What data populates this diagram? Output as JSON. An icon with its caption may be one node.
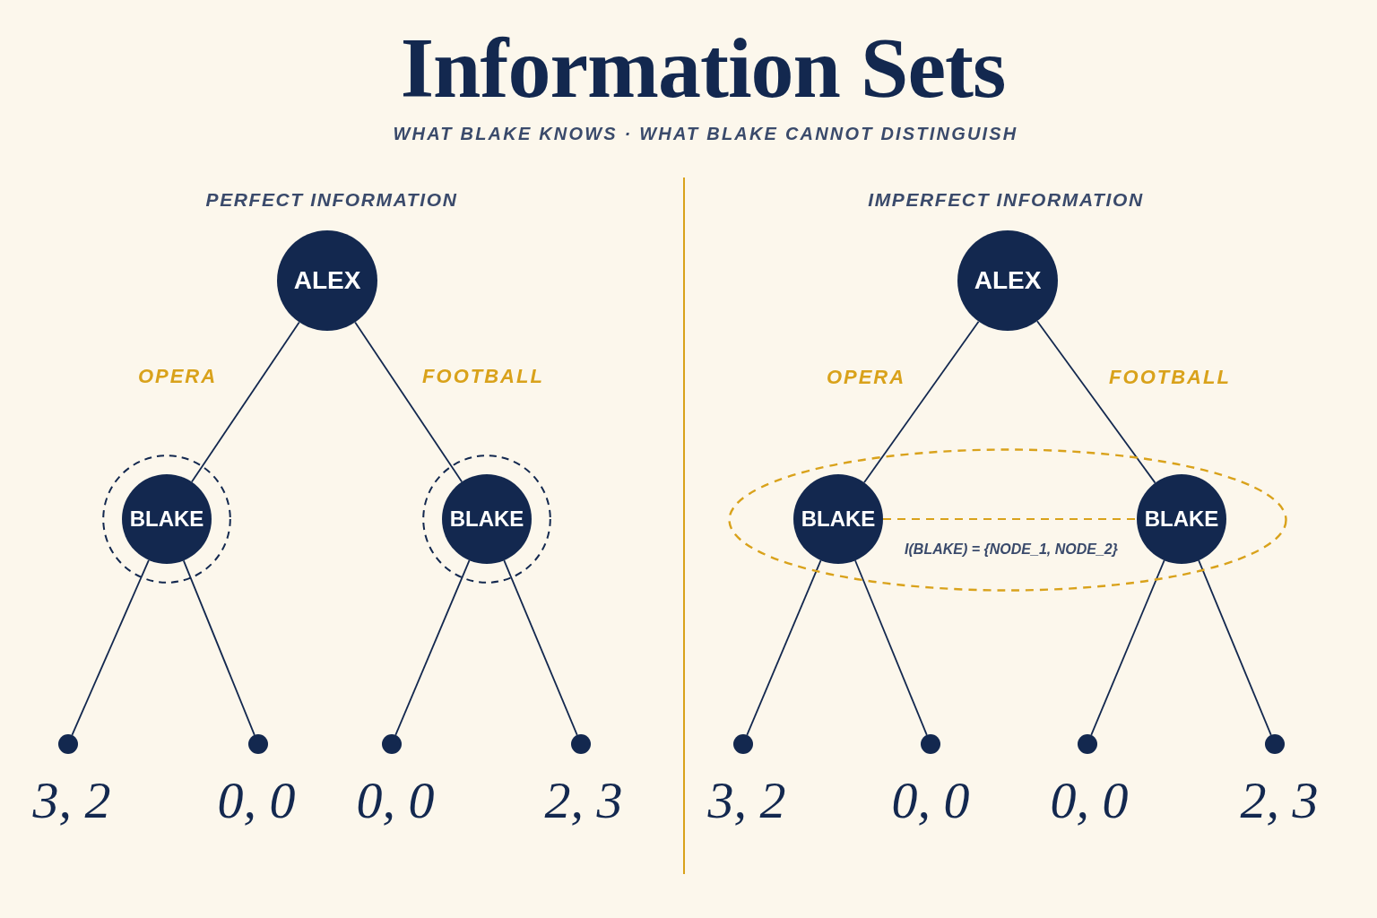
{
  "diagram": {
    "title": "Information Sets",
    "nodes": [
      {
        "text": [
          "ALEX"
        ]
      },
      {
        "text": [],
        "shape": "ring"
      },
      {
        "text": [
          "BLAKE"
        ],
        "in": 1
      },
      {
        "text": [],
        "shape": "ring"
      },
      {
        "text": [
          "BLAKE"
        ],
        "in": 3
      },
      {
        "text": [],
        "shape": "circle",
        "beside": [
          "3, 2"
        ]
      },
      {
        "text": [],
        "shape": "circle",
        "beside": [
          "0, 0"
        ]
      },
      {
        "text": [],
        "shape": "circle",
        "beside": [
          "0, 0"
        ]
      },
      {
        "text": [],
        "shape": "circle",
        "beside": [
          "2, 3"
        ]
      },
      {
        "text": [
          "ALEX"
        ]
      },
      {
        "text": [
          "I(BLAKE) = {NODE_1, NODE_2}"
        ]
      },
      {
        "text": [
          "BLAKE"
        ],
        "in": 10
      },
      {
        "text": [
          "BLAKE"
        ],
        "in": 10
      },
      {
        "text": [],
        "shape": "circle",
        "beside": [
          "3, 2"
        ]
      },
      {
        "text": [],
        "shape": "circle",
        "beside": [
          "0, 0"
        ]
      },
      {
        "text": [],
        "shape": "circle",
        "beside": [
          "0, 0"
        ]
      },
      {
        "text": [],
        "shape": "circle",
        "beside": [
          "2, 3"
        ]
      }
    ],
    "edges": [
      {
        "from": 0,
        "to": 2,
        "arrow": "none",
        "label": "OPERA"
      },
      {
        "from": 0,
        "to": 4,
        "arrow": "none",
        "label": "FOOTBALL"
      },
      {
        "from": 2,
        "to": 5,
        "arrow": "none"
      },
      {
        "from": 2,
        "to": 6,
        "arrow": "none"
      },
      {
        "from": 4,
        "to": 7,
        "arrow": "none"
      },
      {
        "from": 4,
        "to": 8,
        "arrow": "none"
      },
      {
        "from": 9,
        "to": 11,
        "arrow": "none",
        "label": "OPERA"
      },
      {
        "from": 9,
        "to": 12,
        "arrow": "none",
        "label": "FOOTBALL"
      },
      {
        "from": 11,
        "to": 12,
        "arrow": "none",
        "style": "dashed",
        "color": "#d9a21b"
      },
      {
        "from": 11,
        "to": 13,
        "arrow": "none"
      },
      {
        "from": 11,
        "to": 14,
        "arrow": "none"
      },
      {
        "from": 12,
        "to": 15,
        "arrow": "none"
      },
      {
        "from": 12,
        "to": 16,
        "arrow": "none"
      }
    ],
    "labels": [
      "WHAT BLAKE KNOWS · WHAT BLAKE CANNOT DISTINGUISH",
      "PERFECT INFORMATION",
      "IMPERFECT INFORMATION"
    ]
  }
}
